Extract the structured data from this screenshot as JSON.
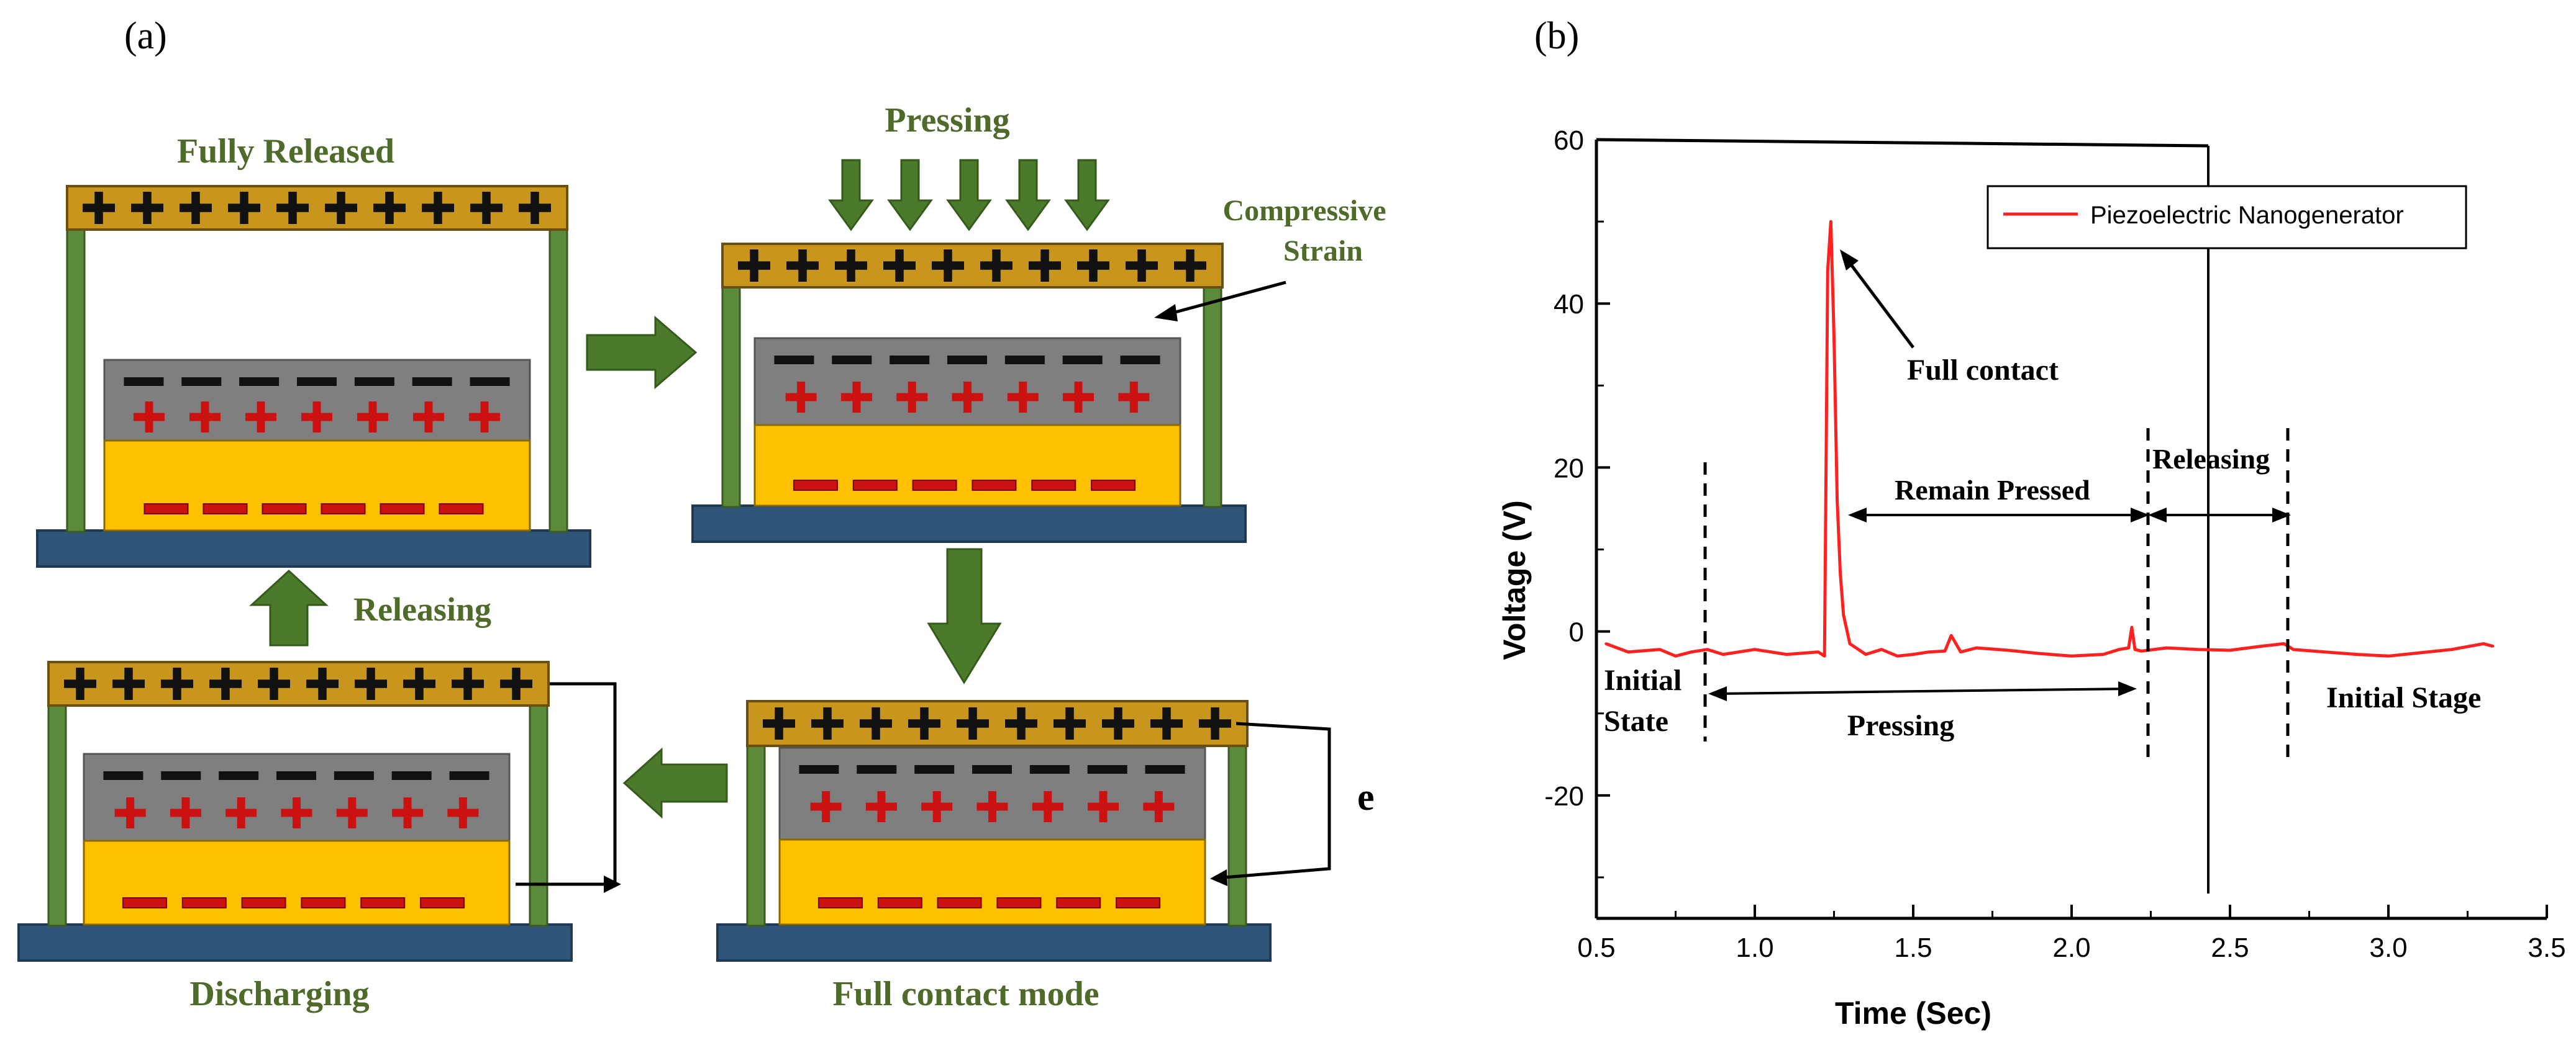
{
  "panels": {
    "a_label": "(a)",
    "b_label": "(b)"
  },
  "diagram": {
    "states": {
      "fully_released": "Fully Released",
      "pressing": "Pressing",
      "full_contact_mode": "Full contact mode",
      "discharging": "Discharging"
    },
    "annotations": {
      "compressive_strain_line1": "Compressive",
      "compressive_strain_line2": "Strain",
      "releasing": "Releasing",
      "electron": "e"
    },
    "colors": {
      "top_electrode": "#c8961c",
      "frame": "#5a8a3a",
      "base": "#2f5578",
      "negative_layer": "#7f7f7f",
      "positive_layer": "#ffc000",
      "plus_black": "#111111",
      "plus_red": "#cc1111",
      "arrow": "#4a7a2a",
      "label_text": "#4e6b2a"
    }
  },
  "chart_data": {
    "type": "line",
    "xlabel": "Time (Sec)",
    "ylabel": "Voltage (V)",
    "xlim": [
      0.5,
      3.5
    ],
    "ylim": [
      -35,
      60
    ],
    "xticks": [
      "0.5",
      "1.0",
      "1.5",
      "2.0",
      "2.5",
      "3.0",
      "3.5"
    ],
    "yticks": [
      "60",
      "40",
      "20",
      "0",
      "-20"
    ],
    "legend_position": "top-right",
    "series": [
      {
        "name": "Piezoelectric Nanogenerator",
        "color": "#ff2020",
        "x": [
          0.53,
          0.6,
          0.7,
          0.75,
          0.8,
          0.85,
          0.9,
          1.0,
          1.1,
          1.2,
          1.22,
          1.23,
          1.24,
          1.25,
          1.26,
          1.27,
          1.28,
          1.3,
          1.35,
          1.4,
          1.45,
          1.5,
          1.55,
          1.6,
          1.62,
          1.65,
          1.7,
          1.8,
          1.9,
          2.0,
          2.1,
          2.15,
          2.18,
          2.19,
          2.2,
          2.22,
          2.3,
          2.4,
          2.5,
          2.6,
          2.67,
          2.7,
          2.8,
          2.9,
          3.0,
          3.1,
          3.2,
          3.3,
          3.33
        ],
        "y": [
          -1.5,
          -2.5,
          -2.2,
          -3,
          -2.5,
          -2.2,
          -2.8,
          -2.2,
          -2.8,
          -2.5,
          -3,
          44,
          50,
          36,
          16,
          7,
          2,
          -1.5,
          -2.8,
          -2.2,
          -3,
          -2.8,
          -2.5,
          -2.4,
          -0.5,
          -2.5,
          -2,
          -2.3,
          -2.7,
          -3,
          -2.8,
          -2.2,
          -2,
          0.5,
          -2.2,
          -2.4,
          -2,
          -2.2,
          -2.3,
          -1.8,
          -1.5,
          -2.2,
          -2.5,
          -2.8,
          -3,
          -2.6,
          -2.2,
          -1.5,
          -1.8
        ]
      }
    ],
    "annotations": {
      "full_contact": "Full contact",
      "remain_pressed": "Remain Pressed",
      "releasing": "Releasing",
      "initial_state_line1": "Initial",
      "initial_state_line2": "State",
      "pressing": "Pressing",
      "initial_stage": "Initial Stage"
    }
  }
}
